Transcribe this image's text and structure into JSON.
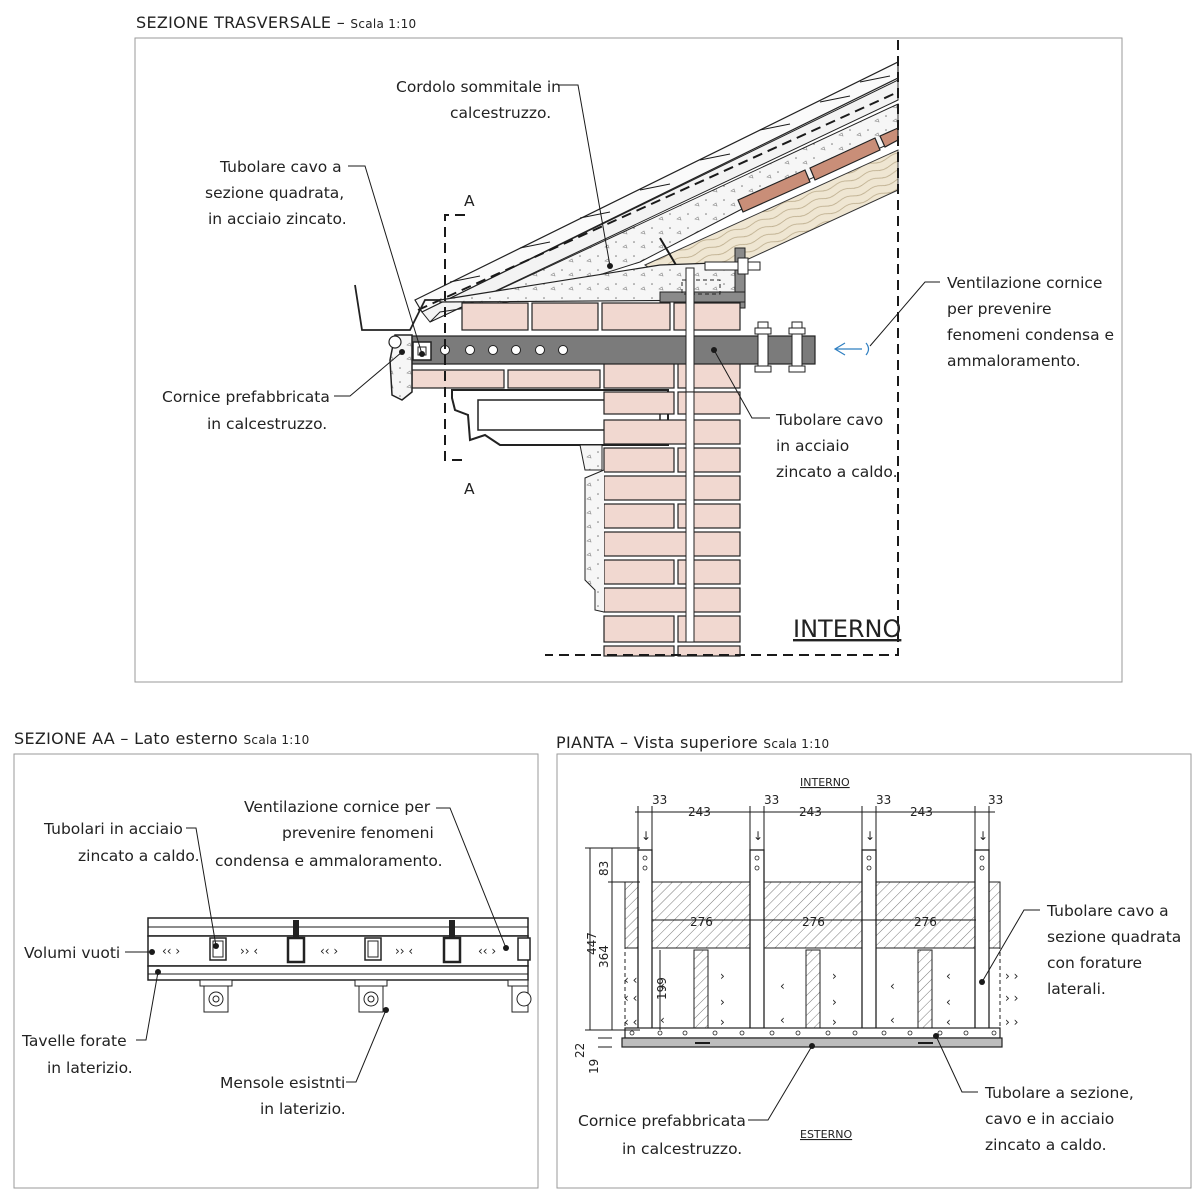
{
  "sections": {
    "transversal": {
      "title": "SEZIONE TRASVERSALE – ",
      "scale": "Scala 1:10",
      "section_mark": "A",
      "interno": "INTERNO",
      "labels": {
        "cordolo": [
          "Cordolo sommitale in",
          "calcestruzzo."
        ],
        "tubolare_quadrato": [
          "Tubolare cavo a",
          "sezione quadrata,",
          "in acciaio zincato."
        ],
        "ventilazione": [
          "Ventilazione cornice",
          "per prevenire",
          "fenomeni condensa e",
          "ammaloramento."
        ],
        "cornice": [
          "Cornice prefabbricata",
          "in calcestruzzo."
        ],
        "tubolare_caldo": [
          "Tubolare cavo",
          "in acciaio",
          "zincato a caldo."
        ]
      }
    },
    "aa": {
      "title": "SEZIONE AA – Lato esterno ",
      "scale": "Scala 1:10",
      "labels": {
        "tubolari": [
          "Tubolari in acciaio",
          "zincato a caldo."
        ],
        "ventilazione": [
          "Ventilazione cornice per",
          "prevenire fenomeni",
          "condensa e ammaloramento."
        ],
        "volumi": [
          "Volumi vuoti"
        ],
        "tavelle": [
          "Tavelle forate",
          "in laterizio."
        ],
        "mensole": [
          "Mensole esistnti",
          "in laterizio."
        ]
      }
    },
    "pianta": {
      "title": "PIANTA – Vista superiore ",
      "scale": "Scala 1:10",
      "interno": "INTERNO",
      "esterno": "ESTERNO",
      "dims_top": [
        "33",
        "243",
        "33",
        "243",
        "33",
        "243",
        "33"
      ],
      "dims_inner": [
        "276",
        "276",
        "276"
      ],
      "dims_left": [
        "83",
        "447",
        "364",
        "199",
        "22",
        "19"
      ],
      "labels": {
        "tubolare_forature": [
          "Tubolare cavo a",
          "sezione quadrata",
          "con forature",
          "laterali."
        ],
        "tubolare_sezione": [
          "Tubolare a sezione,",
          "cavo e in acciaio",
          "zincato a caldo."
        ],
        "cornice": [
          "Cornice prefabbricata",
          "in calcestruzzo."
        ]
      }
    }
  }
}
